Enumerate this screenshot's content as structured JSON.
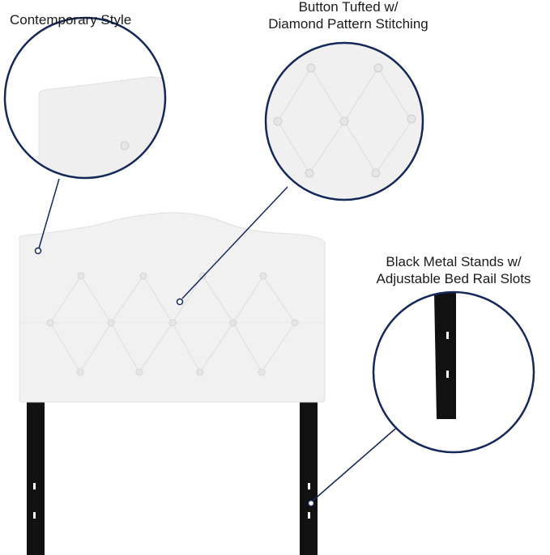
{
  "callouts": [
    {
      "title_lines": [
        "Contemporary Style"
      ]
    },
    {
      "title_lines": [
        "Button Tufted w/",
        "Diamond Pattern Stitching"
      ]
    },
    {
      "title_lines": [
        "Black Metal Stands w/",
        "Adjustable Bed Rail Slots"
      ]
    }
  ],
  "colors": {
    "circle_outline": "#14285a",
    "upholstery": "#f1f1f1",
    "stand": "#111111",
    "button": "#e8e8e8"
  }
}
